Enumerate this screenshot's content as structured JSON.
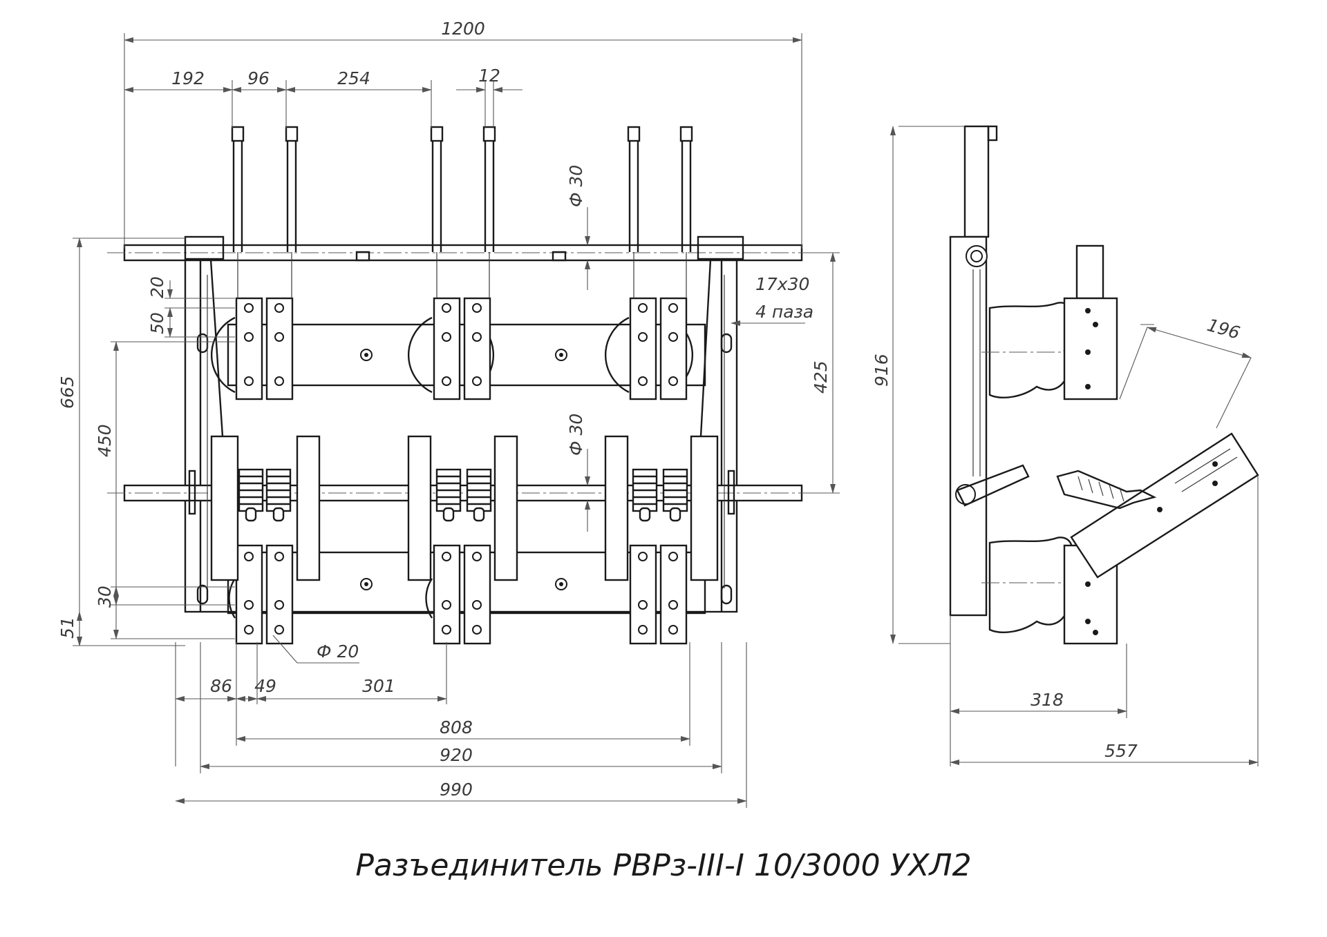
{
  "title": "Разъединитель РВРз-III-I 10/3000 УХЛ2",
  "dimensions": {
    "d1200": "1200",
    "d192": "192",
    "d96": "96",
    "d254": "254",
    "d12": "12",
    "phi30_top": "Ф 30",
    "phi30_bottom": "Ф 30",
    "slot_size": "17х30",
    "slot_count": "4 паза",
    "d425": "425",
    "d665": "665",
    "d450": "450",
    "d20": "20",
    "d50": "50",
    "d30": "30",
    "d51": "51",
    "phi20": "Ф 20",
    "d86": "86",
    "d49": "49",
    "d301": "301",
    "d808": "808",
    "d920": "920",
    "d990": "990",
    "d916": "916",
    "d196": "196",
    "d318": "318",
    "d557": "557"
  }
}
